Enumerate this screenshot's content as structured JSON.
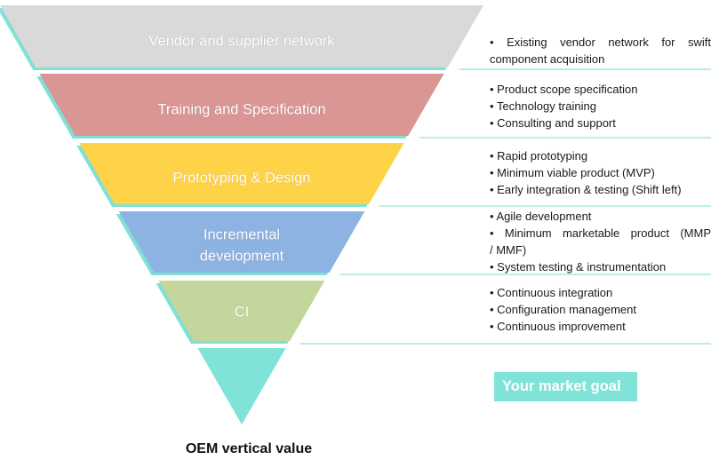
{
  "funnel": {
    "colors": {
      "shadow": "#7fe0d5",
      "separator": "#a6e9e1"
    },
    "stages": [
      {
        "label": "Vendor and supplier network",
        "color": "#d9d9d9",
        "bullets": [
          "Existing vendor network for swift component acquisition"
        ]
      },
      {
        "label": "Training and Specification",
        "color": "#d99694",
        "bullets": [
          "Product scope specification",
          "Technology training",
          "Consulting and support"
        ]
      },
      {
        "label": "Prototyping & Design",
        "color": "#ffd347",
        "bullets": [
          "Rapid prototyping",
          "Minimum viable product (MVP)",
          "Early integration & testing (Shift left)"
        ]
      },
      {
        "label_lines": [
          "Incremental",
          "development"
        ],
        "color": "#8db3e2",
        "bullets": [
          "Agile development",
          "Minimum marketable product (MMP / MMF)",
          "System testing & instrumentation"
        ]
      },
      {
        "label": "CI",
        "color": "#c3d69b",
        "bullets": [
          "Continuous integration",
          "Configuration management",
          "Continuous improvement"
        ]
      }
    ],
    "goal_tip_color": "#7fe3d7",
    "bullet_glyph": "• "
  },
  "goal_box": {
    "label": "Your market goal",
    "color": "#7fe3d7"
  },
  "footer": {
    "label": "OEM vertical value"
  }
}
